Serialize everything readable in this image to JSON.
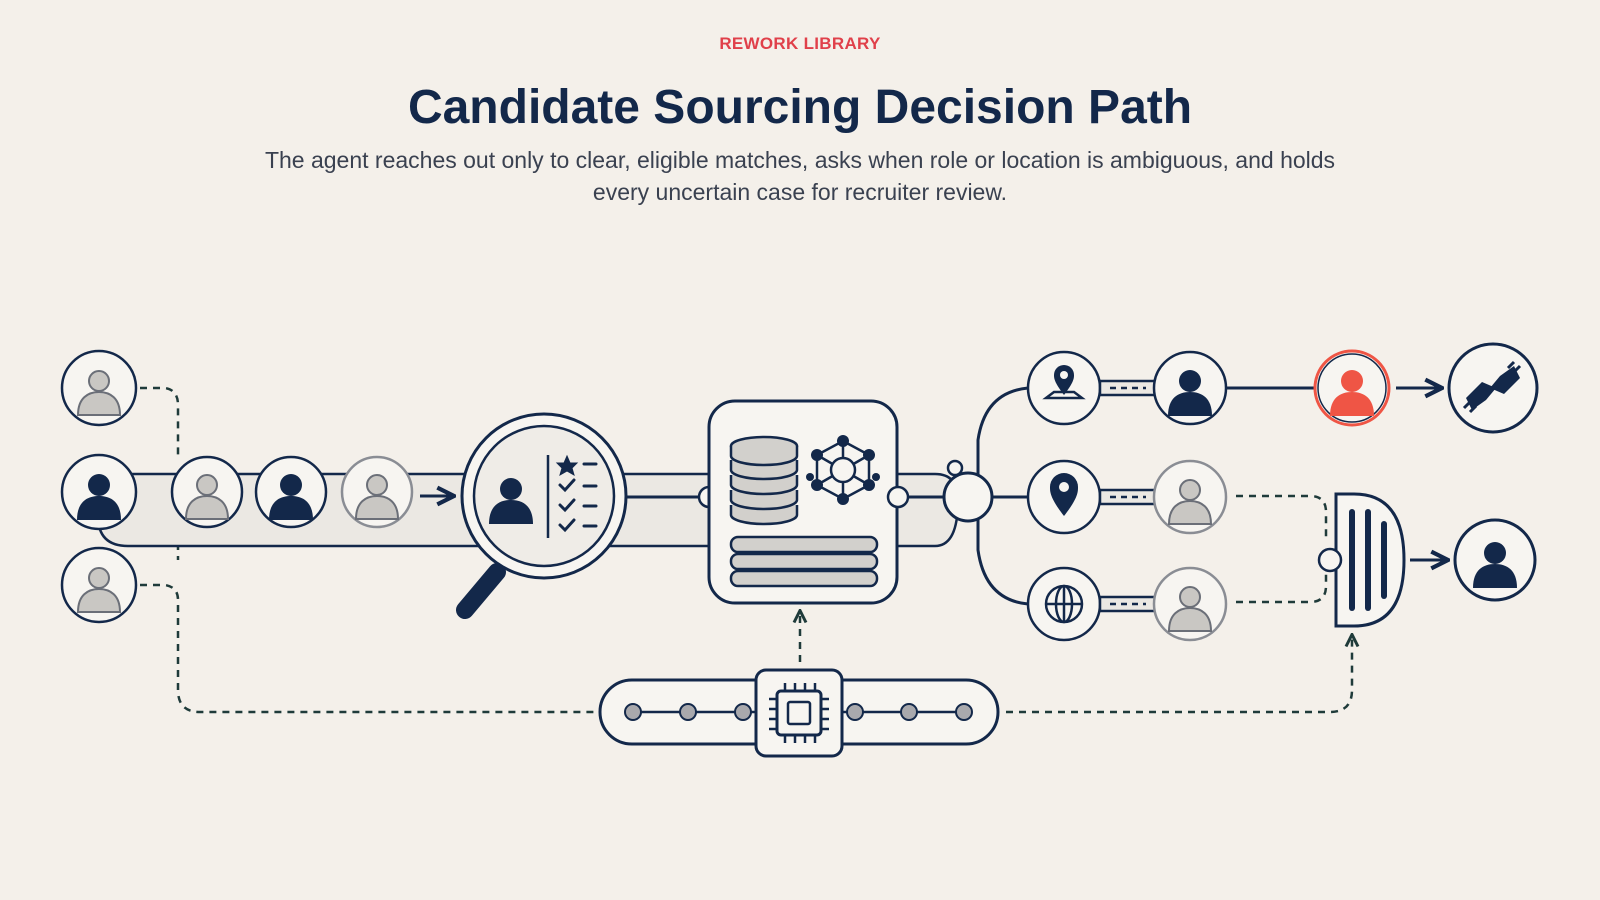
{
  "header": {
    "eyebrow": "REWORK LIBRARY",
    "title": "Candidate Sourcing Decision Path",
    "subtitle": "The agent reaches out only to clear, eligible matches, asks when role or location is ambiguous, and holds every uncertain case for recruiter review."
  },
  "colors": {
    "navy": "#13284a",
    "accent_red": "#ef5545",
    "muted_gray": "#c8c8c8",
    "dashed_green": "#1f3b3a",
    "background": "#f4f0ea"
  },
  "icons": [
    "person-icon",
    "magnifier-icon",
    "checklist-icon",
    "database-icon",
    "network-icon",
    "chip-icon",
    "map-pin-icon",
    "location-pin-icon",
    "globe-icon",
    "handshake-icon",
    "review-gate-icon"
  ]
}
